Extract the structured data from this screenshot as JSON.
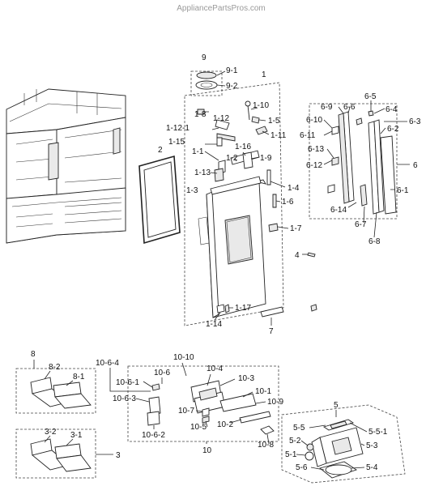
{
  "watermark": "AppliancePartsPros.com",
  "callouts": {
    "c1": "1",
    "c1_1": "1-1",
    "c1_2": "1-2",
    "c1_3": "1-3",
    "c1_4": "1-4",
    "c1_5": "1-5",
    "c1_6": "1-6",
    "c1_7": "1-7",
    "c1_8": "1-8",
    "c1_9": "1-9",
    "c1_10": "1-10",
    "c1_11": "1-11",
    "c1_12": "1-12",
    "c1_12_1": "1-12-1",
    "c1_13": "1-13",
    "c1_14": "1-14",
    "c1_15": "1-15",
    "c1_16": "1-16",
    "c1_17": "1-17",
    "c2": "2",
    "c3": "3",
    "c3_1": "3-1",
    "c3_2": "3-2",
    "c4": "4",
    "c5": "5",
    "c5_1": "5-1",
    "c5_2": "5-2",
    "c5_3": "5-3",
    "c5_4": "5-4",
    "c5_5": "5-5",
    "c5_5_1": "5-5-1",
    "c5_6": "5-6",
    "c6": "6",
    "c6_1": "6-1",
    "c6_2": "6-2",
    "c6_3": "6-3",
    "c6_4": "6-4",
    "c6_5": "6-5",
    "c6_6": "6-6",
    "c6_7": "6-7",
    "c6_8": "6-8",
    "c6_9": "6-9",
    "c6_10": "6-10",
    "c6_11": "6-11",
    "c6_12": "6-12",
    "c6_13": "6-13",
    "c6_14": "6-14",
    "c7": "7",
    "c8": "8",
    "c8_1": "8-1",
    "c8_2": "8-2",
    "c9": "9",
    "c9_1": "9-1",
    "c9_2": "9-2",
    "c10": "10",
    "c10_1": "10-1",
    "c10_2": "10-2",
    "c10_3": "10-3",
    "c10_4": "10-4",
    "c10_5": "10-5",
    "c10_6": "10-6",
    "c10_6_1": "10-6-1",
    "c10_6_2": "10-6-2",
    "c10_6_3": "10-6-3",
    "c10_6_4": "10-6-4",
    "c10_7": "10-7",
    "c10_8": "10-8",
    "c10_9": "10-9",
    "c10_10": "10-10"
  }
}
